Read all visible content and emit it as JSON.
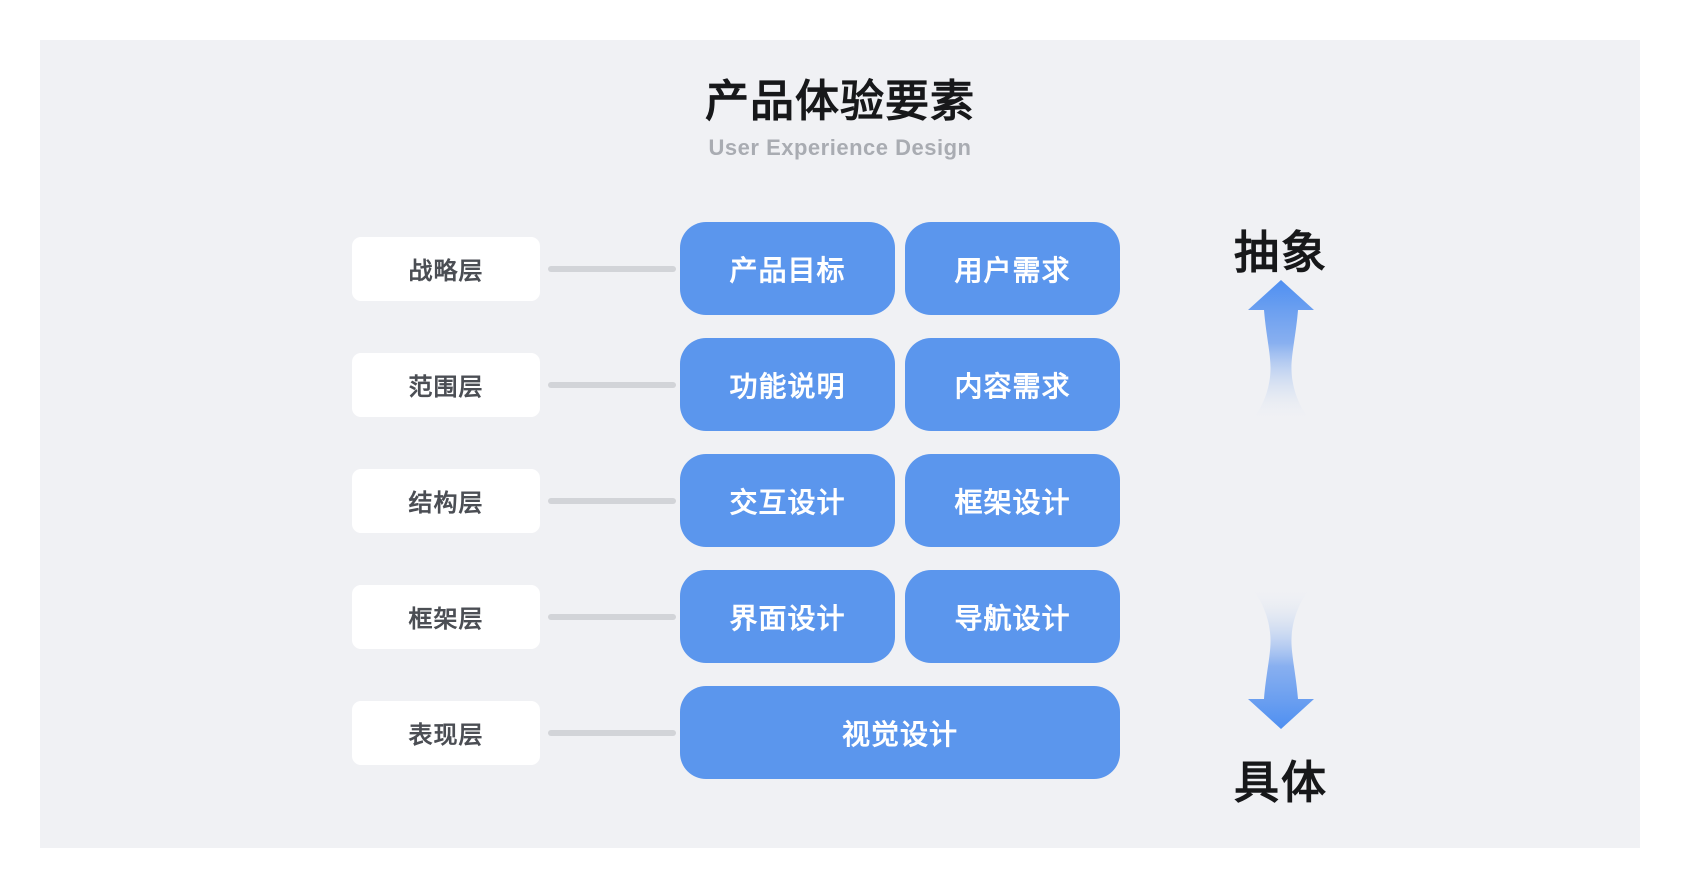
{
  "header": {
    "title": "产品体验要素",
    "subtitle": "User Experience Design"
  },
  "rows": [
    {
      "label": "战略层",
      "boxes": [
        "产品目标",
        "用户需求"
      ]
    },
    {
      "label": "范围层",
      "boxes": [
        "功能说明",
        "内容需求"
      ]
    },
    {
      "label": "结构层",
      "boxes": [
        "交互设计",
        "框架设计"
      ]
    },
    {
      "label": "框架层",
      "boxes": [
        "界面设计",
        "导航设计"
      ]
    },
    {
      "label": "表现层",
      "boxes": [
        "视觉设计"
      ]
    }
  ],
  "axis": {
    "top_label": "抽象",
    "bottom_label": "具体",
    "up_arrow_icon": "up-arrow",
    "down_arrow_icon": "down-arrow"
  },
  "colors": {
    "panel_bg": "#F0F1F4",
    "box_blue": "#5B96ED",
    "arrow_blue": "#4E8FF1",
    "label_text": "#4B4E54",
    "line": "#D2D4D8",
    "title": "#17181A",
    "subtitle": "#A9ACB2"
  }
}
